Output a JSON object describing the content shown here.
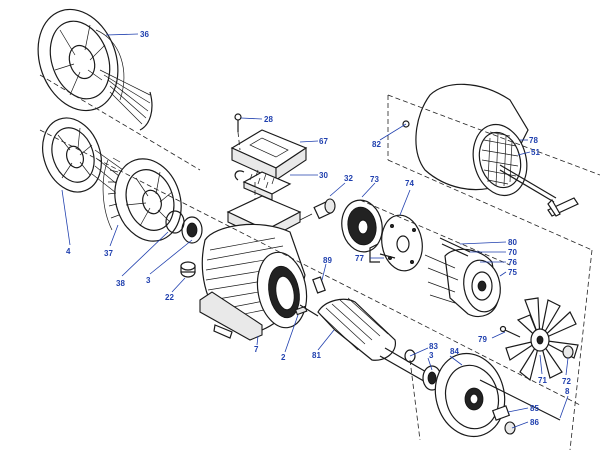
{
  "labels": {
    "l36": "36",
    "l28": "28",
    "l67": "67",
    "l30": "30",
    "l32": "32",
    "l4": "4",
    "l37": "37",
    "l38": "38",
    "l3a": "3",
    "l22": "22",
    "l73": "73",
    "l74": "74",
    "l77": "77",
    "l89": "89",
    "l7": "7",
    "l2": "2",
    "l81": "81",
    "l82": "82",
    "l78": "78",
    "l51": "51",
    "l80": "80",
    "l70": "70",
    "l76": "76",
    "l75": "75",
    "l79": "79",
    "l83": "83",
    "l3b": "3",
    "l84": "84",
    "l71": "71",
    "l72": "72",
    "l85": "85",
    "l86": "86",
    "l8x": "8"
  },
  "colors": {
    "label": "#1f3fae",
    "line": "#1a1a1a"
  }
}
